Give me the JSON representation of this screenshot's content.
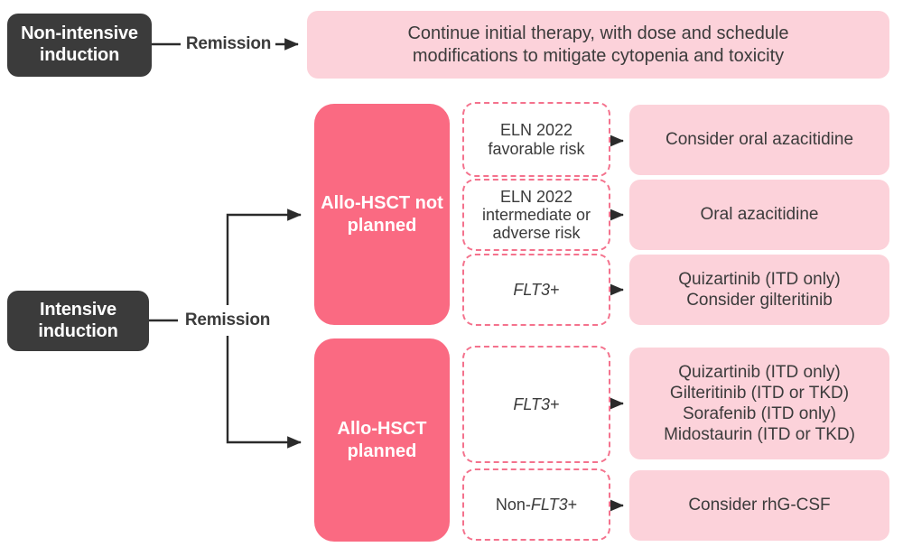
{
  "diagram": {
    "title": "AML maintenance therapy after remission",
    "colors": {
      "dark": "#3b3b3b",
      "accent_pink": "#fa6a82",
      "light_pink": "#fcd2da",
      "dashed_border": "#f4728d",
      "connector": "#2b2b2b",
      "background": "#ffffff"
    }
  },
  "nodes": {
    "non_intensive_induction": "Non-intensive\ninduction",
    "intensive_induction": "Intensive\ninduction",
    "remission_top": "Remission",
    "remission_bottom": "Remission",
    "allo_hsct_not_planned": "Allo-HSCT\nnot\nplanned",
    "allo_hsct_planned": "Allo-HSCT\nplanned"
  },
  "branches": {
    "non_intensive": {
      "outcome": "Continue initial therapy, with dose and schedule\nmodifications to mitigate cytopenia and toxicity"
    },
    "hsct_not_planned": {
      "rows": [
        {
          "criteria": "ELN 2022\nfavorable risk",
          "criteria_italic": "",
          "outcome": "Consider oral azacitidine"
        },
        {
          "criteria": "ELN 2022\nintermediate or\nadverse risk",
          "criteria_italic": "",
          "outcome": "Oral azacitidine"
        },
        {
          "criteria_prefix": "",
          "criteria_italic": "FLT3",
          "criteria_suffix": "+",
          "outcome": "Quizartinib (ITD only)\nConsider gilteritinib"
        }
      ]
    },
    "hsct_planned": {
      "rows": [
        {
          "criteria_prefix": "",
          "criteria_italic": "FLT3",
          "criteria_suffix": "+",
          "outcome": "Quizartinib (ITD only)\nGilteritinib (ITD or TKD)\nSorafenib (ITD only)\nMidostaurin (ITD or TKD)"
        },
        {
          "criteria_prefix": "Non-",
          "criteria_italic": "FLT3",
          "criteria_suffix": "+",
          "outcome": "Consider rhG-CSF"
        }
      ]
    }
  },
  "icons": {
    "arrow_right": "arrow-right-icon",
    "branch_split": "branch-split-icon"
  }
}
